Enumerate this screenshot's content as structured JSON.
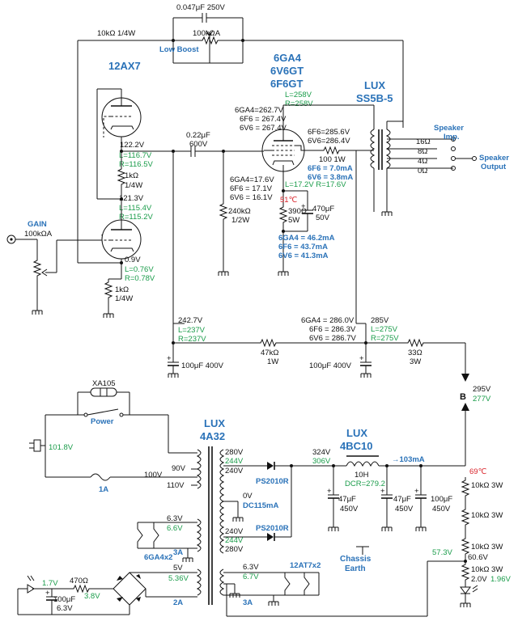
{
  "labels": {
    "cap_feedback": "0.047μF 250V",
    "r_feedback": "10kΩ 1/4W",
    "pot_lowboost": "100kΩA",
    "low_boost": "Low Boost",
    "tube_12ax7": "12AX7",
    "pwr_l1": "6GA4",
    "pwr_l2": "6V6GT",
    "pwr_l3": "6F6GT",
    "pwr_vl": "L=258V",
    "pwr_vr": "R=258V",
    "ot_l1": "LUX",
    "ot_l2": "SS5B-5",
    "v1_plate": "122.2V",
    "v1_plate_l": "L=116.7V",
    "v1_plate_r": "R=116.5V",
    "r_1k_a": "1kΩ",
    "r_1k_a_w": "1/4W",
    "v1_cath": "121.3V",
    "v1_cath_l": "L=115.4V",
    "v1_cath_r": "R=115.2V",
    "coup_cap": "0.22μF",
    "coup_cap_v": "600V",
    "screen_6ga4": "6GA4=262.7V",
    "screen_6f6": "6F6 = 267.4V",
    "screen_6v6": "6V6 = 267.4V",
    "plate_6f6": "6F6=285.6V",
    "plate_6v6": "6V6=286.4V",
    "r_100": "100 1W",
    "ia_6f6": "6F6 = 7.0mA",
    "ia_6v6": "6V6 = 3.8mA",
    "spk_imp_1": "Speaker",
    "spk_imp_2": "Imp.",
    "tap_16": "16Ω",
    "tap_8": "8Ω",
    "tap_4": "4Ω",
    "tap_0": "0Ω",
    "spk_out_1": "Speaker",
    "spk_out_2": "Output",
    "k_6ga4": "6GA4=17.6V",
    "k_6f6": "6F6 = 17.1V",
    "k_6v6": "6V6 = 16.1V",
    "k_lr": "L=17.2V R=17.6V",
    "temp_k": "51℃",
    "r_390": "390Ω",
    "r_390_w": "5W",
    "cap_470": "470μF",
    "cap_470_v": "50V",
    "r_240k": "240kΩ",
    "r_240k_w": "1/2W",
    "ik_6ga4": "6GA4 = 46.2mA",
    "ik_6f6": "6F6 = 43.7mA",
    "ik_6v6": "6V6 = 41.3mA",
    "gain": "GAIN",
    "gain_pot": "100kΩA",
    "v2_k": "0.9V",
    "v2_k_l": "L=0.76V",
    "v2_k_r": "R=0.78V",
    "r_1k_b": "1kΩ",
    "r_1k_b_w": "1/4W",
    "b3_v": "242.7V",
    "b3_l": "L=237V",
    "b3_r": "R=237V",
    "b2_6ga4": "6GA4 = 286.0V",
    "b2_6f6": "6F6 = 286.3V",
    "b2_6v6": "6V6 = 286.7V",
    "b2_v": "285V",
    "b2_l": "L=275V",
    "b2_r": "R=275V",
    "r_47k": "47kΩ",
    "r_47k_w": "1W",
    "r_33": "33Ω",
    "r_33_w": "3W",
    "cap_100_a": "100μF 400V",
    "cap_100_b": "100μF 400V",
    "node_b": "B",
    "b_v": "295V",
    "b_v2": "277V",
    "xa105": "XA105",
    "power": "Power",
    "ac_v": "101.8V",
    "fuse": "1A",
    "pt_l1": "LUX",
    "pt_l2": "4A32",
    "pri_100": "100V",
    "pri_90": "90V",
    "pri_110": "110V",
    "s_280a": "280V",
    "s_244a": "244V",
    "s_240a": "240V",
    "s_0v": "0V",
    "s_240b": "240V",
    "s_244b": "244V",
    "s_280b": "280V",
    "dc115": "DC115mA",
    "ps_a": "PS2010R",
    "ps_b": "PS2010R",
    "h1_v": "6.3V",
    "h1_v2": "6.6V",
    "h1_a": "3A",
    "h1_tubes": "6GA4x2",
    "h2_v": "5V",
    "h2_v2": "5.36V",
    "h2_a": "2A",
    "h3_v": "6.3V",
    "h3_v2": "6.7V",
    "h3_a": "3A",
    "h3_tubes": "12AT7x2",
    "led_v": "1.7V",
    "r_470": "470Ω",
    "r_470_v": "3.8V",
    "cap_100u": "100μF",
    "cap_100u_v": "6.3V",
    "ch_l1": "LUX",
    "ch_l2": "4BC10",
    "rect_v": "324V",
    "rect_v2": "306V",
    "ch_10h": "10H",
    "ch_dcr": "DCR=279.2",
    "arrow_ma": "→103mA",
    "c47a": "47μF",
    "c47a_v": "450V",
    "c47b": "47μF",
    "c47b_v": "450V",
    "c100": "100μF",
    "c100_v": "450V",
    "temp_r": "69℃",
    "r10k_1": "10kΩ 3W",
    "r10k_2": "10kΩ 3W",
    "r10k_3": "10kΩ 3W",
    "r10k_4": "10kΩ 3W",
    "node_573": "57.3V",
    "node_606": "60.6V",
    "led_b_v": "2.0V",
    "led_b_v2": "1.96V",
    "chassis_1": "Chassis",
    "chassis_2": "Earth"
  }
}
